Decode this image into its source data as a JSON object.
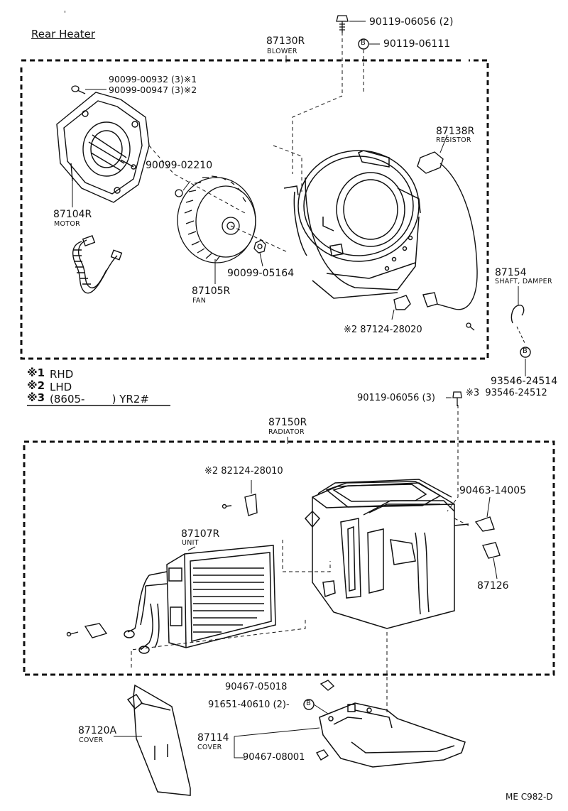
{
  "title": "Rear Heater",
  "footer_code": "ME C982-D",
  "notes": [
    {
      "mark": "※1",
      "text": "RHD"
    },
    {
      "mark": "※2",
      "text": "LHD"
    },
    {
      "mark": "※3",
      "text": "(8605-        ) YR2#"
    }
  ],
  "groups": {
    "blower": {
      "number": "87130R",
      "name": "BLOWER"
    },
    "radiator": {
      "number": "87150R",
      "name": "RADIATOR"
    }
  },
  "parts": {
    "bolt_top": "90119-06056 (2)",
    "bolt_b": "90119-06111",
    "screw_rhd": "90099-00932 (3)※1",
    "screw_lhd": "90099-00947 (3)※2",
    "washer": "90099-02210",
    "motor_no": "87104R",
    "motor_name": "MOTOR",
    "fan_no": "87105R",
    "fan_name": "FAN",
    "nut": "90099-05164",
    "resistor_no": "87138R",
    "resistor_name": "RESISTOR",
    "shaft_no": "87154",
    "shaft_name": "SHAFT, DAMPER",
    "bracket_lhd": "※2 87124-28020",
    "clip_1": "93546-24514",
    "clip_2": "※3  93546-24512",
    "bolt_mid": "90119-06056 (3)",
    "bracket_82124": "※2 82124-28010",
    "clamp_90463": "90463-14005",
    "unit_no": "87107R",
    "unit_name": "UNIT",
    "bracket_87126": "87126",
    "cover_a_no": "87120A",
    "cover_a_name": "COVER",
    "clip_05018": "90467-05018",
    "screw_91651": "91651-40610 (2)-",
    "cover_b_no": "87114",
    "cover_b_name": "COVER",
    "clip_08001": "90467-08001"
  },
  "callout_letter": "B"
}
